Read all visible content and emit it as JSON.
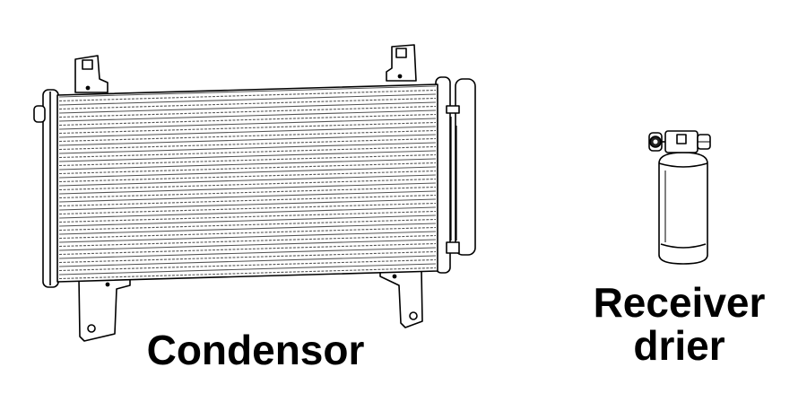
{
  "labels": {
    "condensor": "Condensor",
    "receiver_line1": "Receiver",
    "receiver_line2": "drier"
  },
  "colors": {
    "stroke": "#000000",
    "background": "#ffffff",
    "fins": "#555555"
  },
  "components": [
    {
      "name": "condensor",
      "icon": "condensor-icon"
    },
    {
      "name": "receiver-drier",
      "icon": "receiver-drier-icon"
    }
  ]
}
